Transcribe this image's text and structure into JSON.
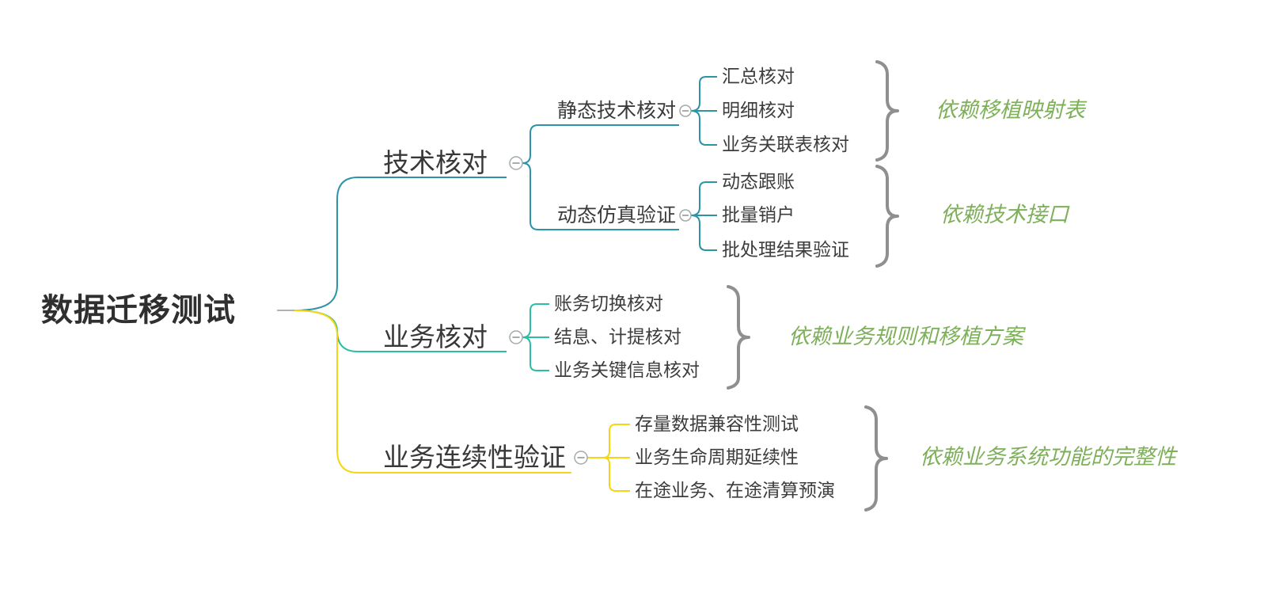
{
  "root": {
    "label": "数据迁移测试"
  },
  "branches": [
    {
      "label": "技术核对",
      "groups": [
        {
          "label": "静态技术核对",
          "leaves": [
            "汇总核对",
            "明细核对",
            "业务关联表核对"
          ],
          "annotation": "依赖移植映射表"
        },
        {
          "label": "动态仿真验证",
          "leaves": [
            "动态跟账",
            "批量销户",
            "批处理结果验证"
          ],
          "annotation": "依赖技术接口"
        }
      ]
    },
    {
      "label": "业务核对",
      "leaves": [
        "账务切换核对",
        "结息、计提核对",
        "业务关键信息核对"
      ],
      "annotation": "依赖业务规则和移植方案"
    },
    {
      "label": "业务连续性验证",
      "leaves": [
        "存量数据兼容性测试",
        "业务生命周期延续性",
        "在途业务、在途清算预演"
      ],
      "annotation": "依赖业务系统功能的完整性"
    }
  ],
  "colors": {
    "branch_technical": "#2d93a7",
    "branch_business": "#2abfa5",
    "branch_continuity": "#f5d516",
    "annotation_green": "#7eb05a",
    "brace_gray": "#8f8f8f",
    "text_dark": "#3b3b3b"
  }
}
